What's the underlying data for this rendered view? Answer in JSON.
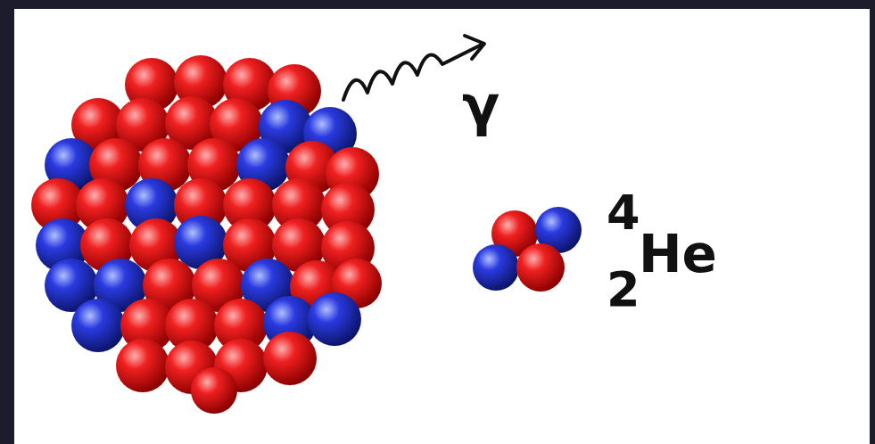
{
  "diagram": {
    "labels": [
      "γ",
      "4",
      "2",
      "He"
    ]
  }
}
